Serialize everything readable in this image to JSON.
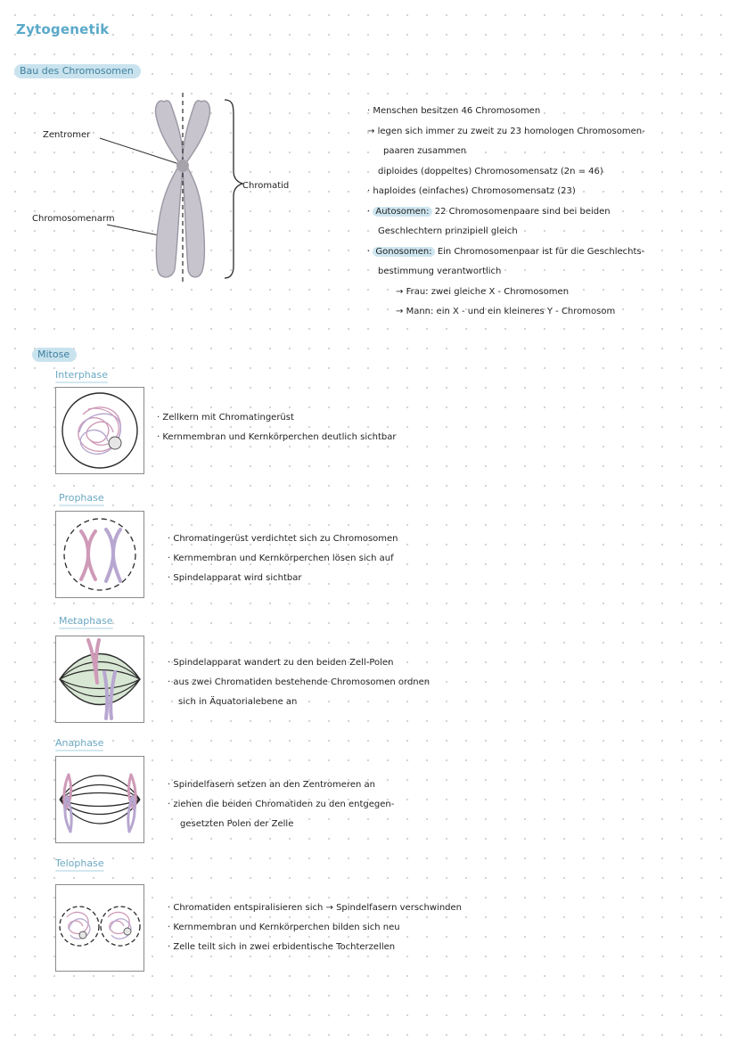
{
  "page": {
    "title": "Zytogenetik",
    "chromosome_section": {
      "heading": "Bau des Chromosomen",
      "labels": {
        "zentromer": "Zentromer",
        "chromosomenarm": "Chromosomenarm",
        "chromatid": "Chromatid"
      },
      "facts": [
        "Menschen besitzen 46 Chromosomen",
        "legen sich immer zu zweit zu 23 homologen Chromosomen-",
        "paaren zusammen",
        "diploides (doppeltes) Chromosomensatz (2n = 46)",
        "haploides (einfaches) Chromosomensatz (23)",
        "22 Chromosomenpaare sind bei beiden",
        "Geschlechtern prinzipiell gleich",
        "Ein Chromosomenpaar ist für die Geschlechts-",
        "bestimmung verantwortlich",
        "Frau: zwei gleiche X - Chromosomen",
        "Mann: ein X - und ein kleineres Y - Chromosom"
      ],
      "autosomen_label": "Autosomen:",
      "gonosomen_label": "Gonosomen:"
    },
    "mitose": {
      "heading": "Mitose",
      "phases": [
        {
          "name": "Interphase",
          "bullets": [
            "Zellkern mit Chromatingerüst",
            "Kernmembran und Kernkörperchen deutlich sichtbar"
          ]
        },
        {
          "name": "Prophase",
          "bullets": [
            "Chromatingerüst verdichtet sich zu Chromosomen",
            "Kernmembran und Kernkörperchen lösen sich auf",
            "Spindelapparat wird sichtbar"
          ]
        },
        {
          "name": "Metaphase",
          "bullets": [
            "Spindelapparat wandert zu den beiden Zell-Polen",
            "aus zwei Chromatiden bestehende Chromosomen ordnen",
            "sich in Äquatorialebene an"
          ]
        },
        {
          "name": "Anaphase",
          "bullets": [
            "Spindelfasern setzen an den Zentromeren an",
            "ziehen die beiden Chromatiden zu den entgegen-",
            "gesetzten Polen der Zelle"
          ]
        },
        {
          "name": "Telophase",
          "bullets": [
            "Chromatiden entspiralisieren sich → Spindelfasern verschwinden",
            "Kernmembran und Kernkörperchen bilden sich neu",
            "Zelle teilt sich in zwei erbidentische Tochterzellen"
          ]
        }
      ]
    },
    "colors": {
      "accent": "#5aa9c9",
      "highlight": "#c9e3ee",
      "chromosome_gray": "#c8c4ce",
      "chromatin_pink": "#cf9ab8",
      "chromatin_purple": "#b7a7d0",
      "spindle_green": "#d8e6d4"
    }
  }
}
